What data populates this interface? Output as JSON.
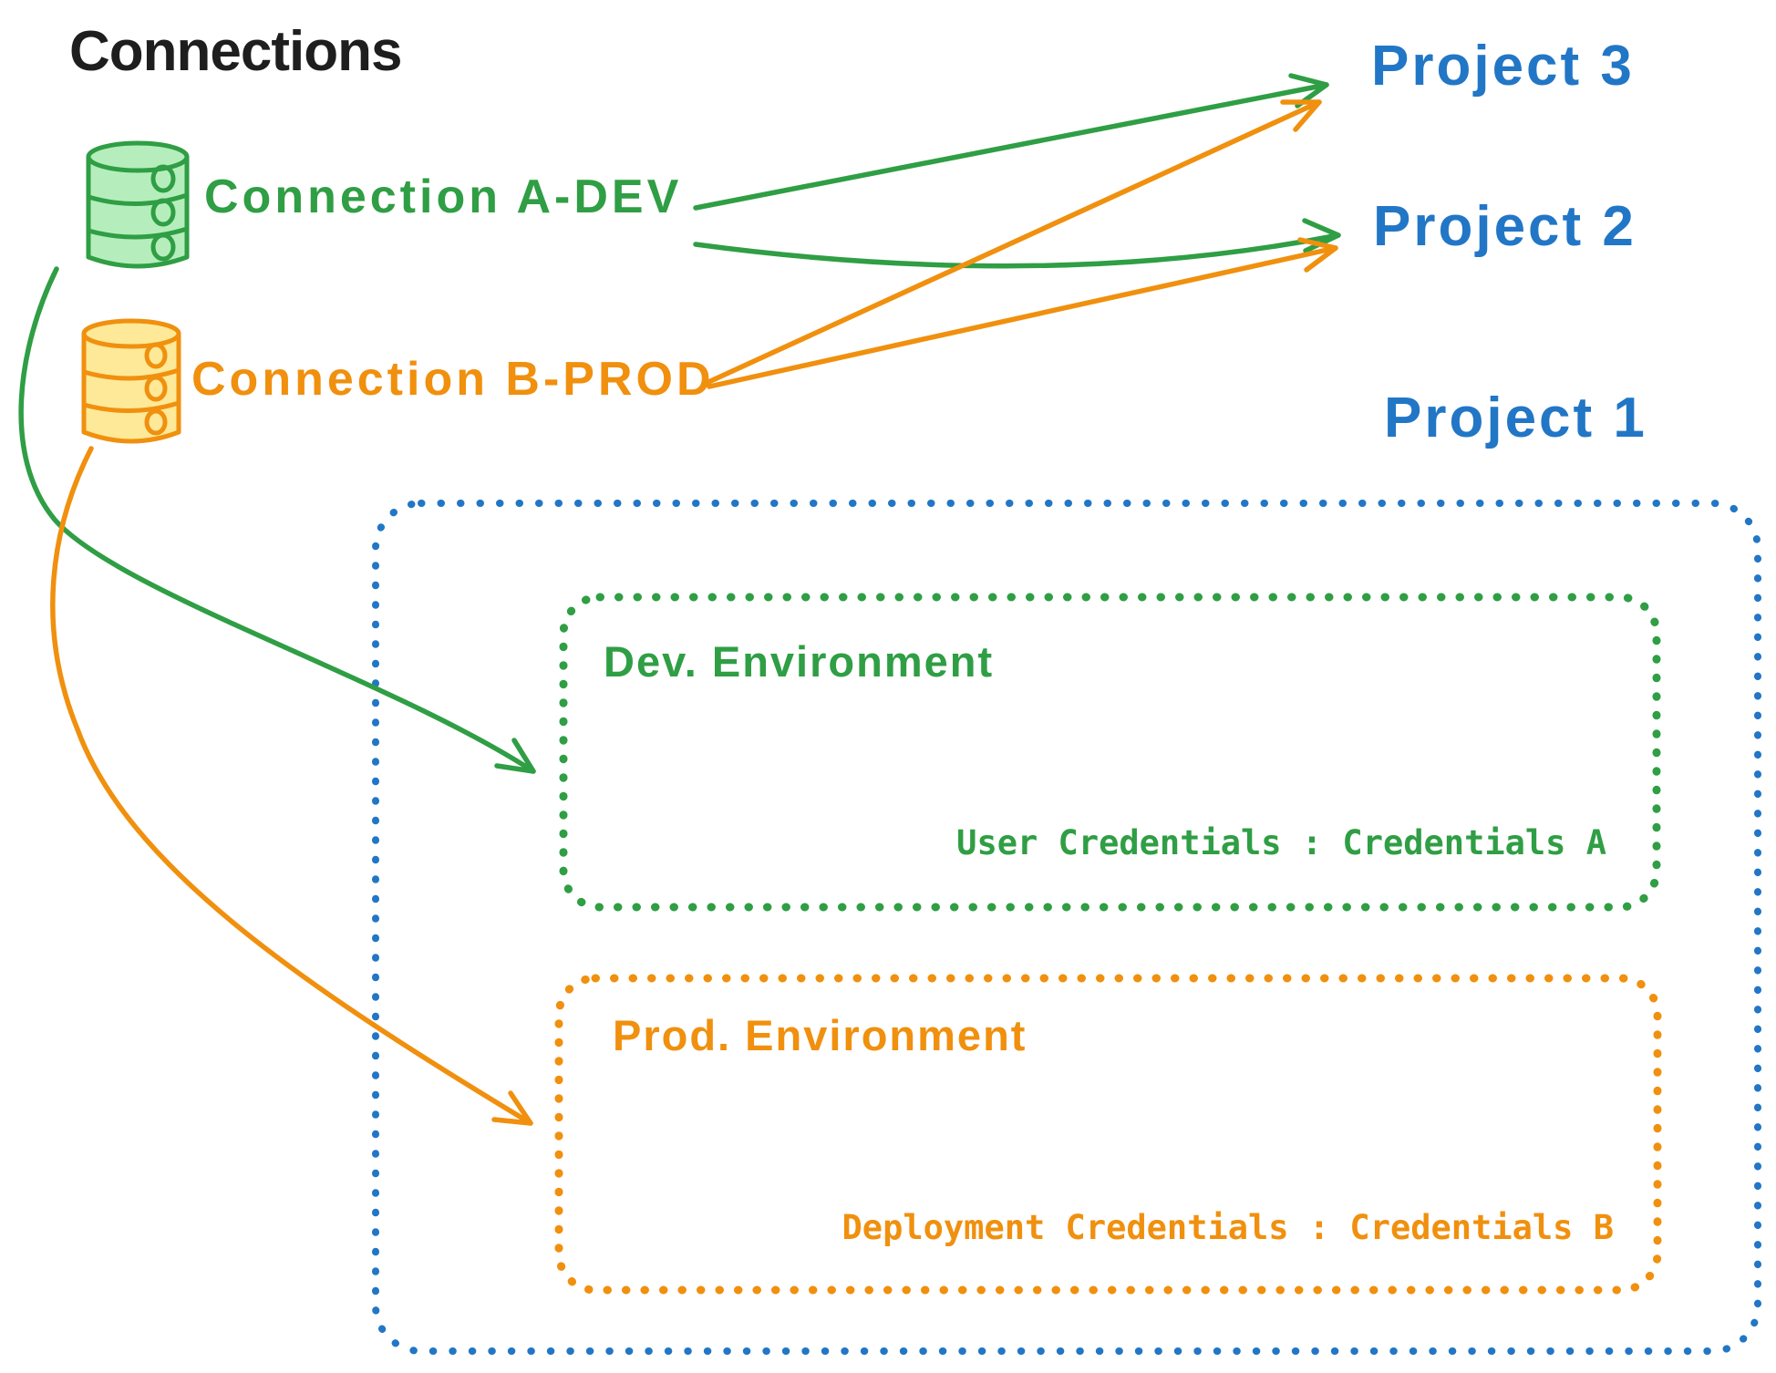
{
  "title": "Connections",
  "connections": [
    {
      "label": "Connection A-DEV"
    },
    {
      "label": "Connection B-PROD"
    }
  ],
  "projects": [
    {
      "label": "Project 3"
    },
    {
      "label": "Project 2"
    },
    {
      "label": "Project 1"
    }
  ],
  "environments": {
    "dev": {
      "title": "Dev. Environment",
      "credentials": "User Credentials : Credentials A"
    },
    "prod": {
      "title": "Prod. Environment",
      "credentials": "Deployment Credentials : Credentials B"
    }
  },
  "icons": [
    {
      "name": "database-icon",
      "for": "Connection A-DEV"
    },
    {
      "name": "database-icon",
      "for": "Connection B-PROD"
    }
  ],
  "colors": {
    "ink": "#1e1e1e",
    "green": "#2f9e44",
    "orange": "#f0900e",
    "blue": "#2276c6",
    "green_fill": "#b5eebc",
    "yellow_fill": "#fde998"
  }
}
